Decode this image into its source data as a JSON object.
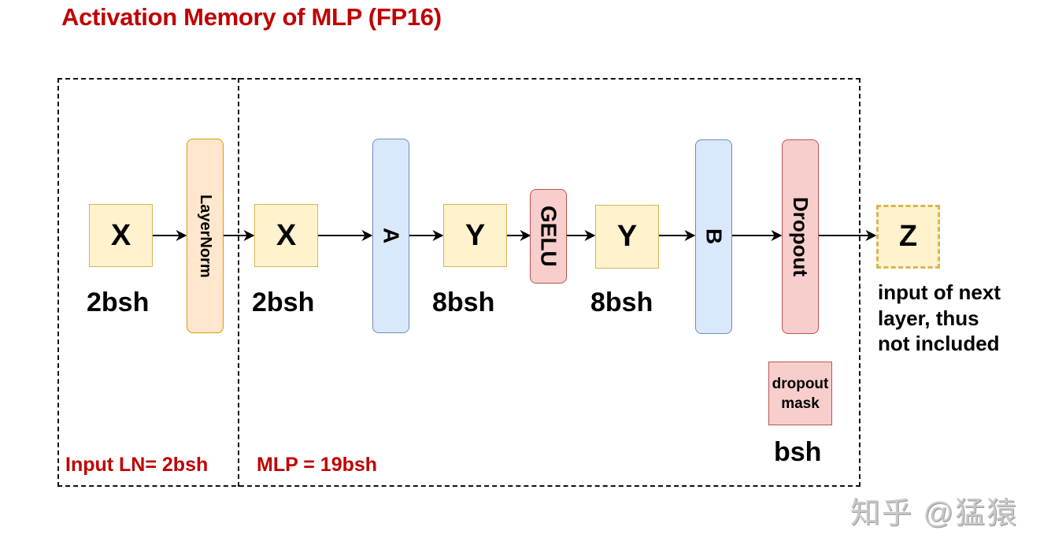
{
  "title": "Activation Memory of MLP (FP16)",
  "regions": {
    "input_ln": {
      "label": "Input LN= 2bsh"
    },
    "mlp": {
      "label": "MLP = 19bsh"
    }
  },
  "nodes": {
    "x_in": {
      "label": "X",
      "size": "2bsh"
    },
    "layernorm": {
      "label": "LayerNorm"
    },
    "x_ln": {
      "label": "X",
      "size": "2bsh"
    },
    "linear_a": {
      "label": "A"
    },
    "y_a": {
      "label": "Y",
      "size": "8bsh"
    },
    "gelu": {
      "label": "GELU"
    },
    "y_gelu": {
      "label": "Y",
      "size": "8bsh"
    },
    "linear_b": {
      "label": "B"
    },
    "dropout": {
      "label": "Dropout"
    },
    "dropout_mask": {
      "label": "dropout mask",
      "size": "bsh"
    },
    "z_out": {
      "label": "Z",
      "note_lines": [
        "input of next",
        "layer, thus",
        "not included"
      ]
    }
  },
  "edges": [
    [
      "x_in",
      "layernorm"
    ],
    [
      "layernorm",
      "x_ln"
    ],
    [
      "x_ln",
      "linear_a"
    ],
    [
      "linear_a",
      "y_a"
    ],
    [
      "y_a",
      "gelu"
    ],
    [
      "gelu",
      "y_gelu"
    ],
    [
      "y_gelu",
      "linear_b"
    ],
    [
      "linear_b",
      "dropout"
    ],
    [
      "dropout",
      "z_out"
    ]
  ],
  "colors": {
    "title": "#c00000",
    "tensor_fill": "#fff2cc",
    "layernorm_fill": "#ffe6cc",
    "linear_fill": "#dae8fc",
    "activation_fill": "#f8cecc"
  },
  "watermark": "知乎 @猛猿"
}
